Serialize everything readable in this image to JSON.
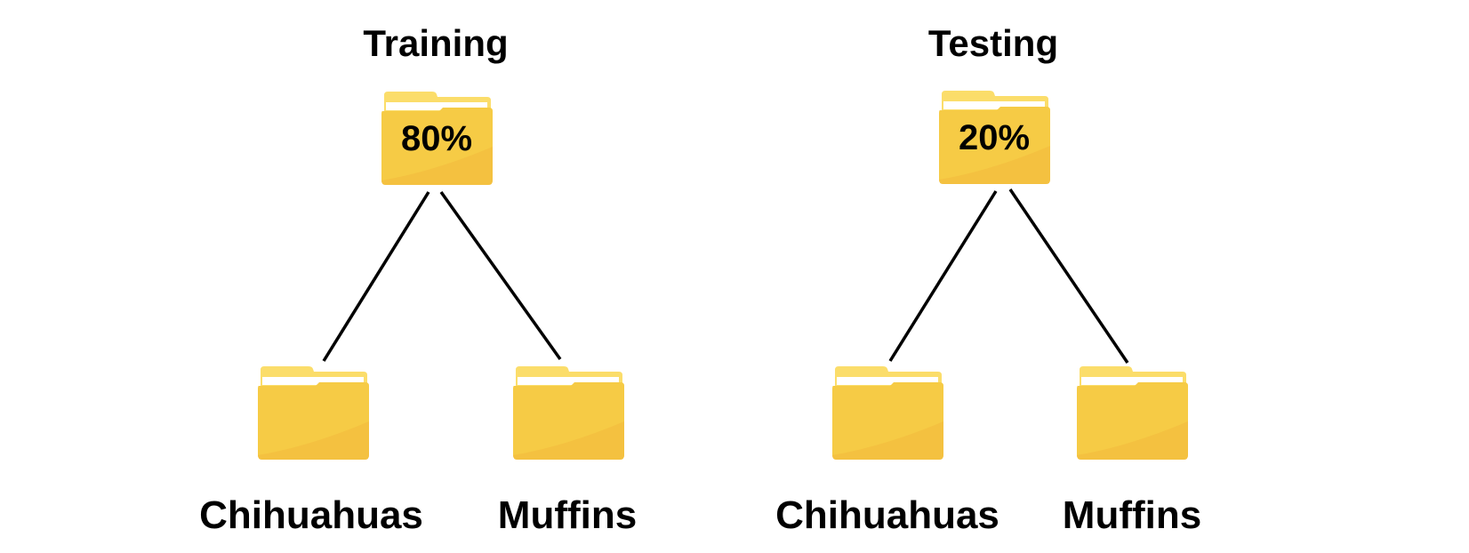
{
  "colors": {
    "folder_back": "#FBDD6A",
    "folder_paper": "#FFFFFF",
    "folder_front": "#F6CB45",
    "folder_front_shade": "#F3BC3E",
    "line": "#000000",
    "text": "#000000"
  },
  "training": {
    "title": "Training",
    "percent": "80%",
    "children": [
      "Chihuahuas",
      "Muffins"
    ]
  },
  "testing": {
    "title": "Testing",
    "percent": "20%",
    "children": [
      "Chihuahuas",
      "Muffins"
    ]
  }
}
